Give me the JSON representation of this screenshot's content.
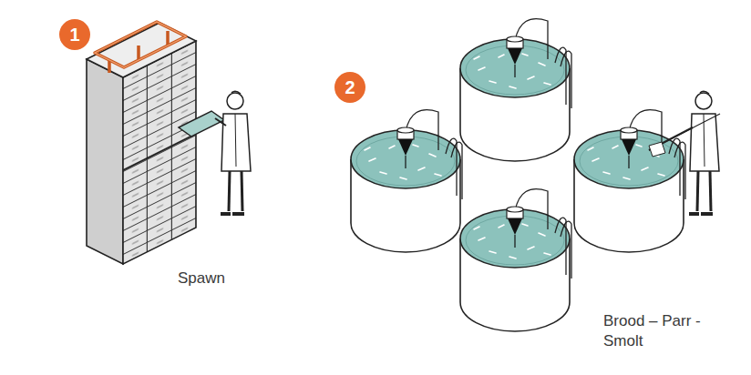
{
  "diagram": {
    "labels": [
      "1",
      "Spawn",
      "2",
      "Brood – Parr - Smolt"
    ]
  }
}
